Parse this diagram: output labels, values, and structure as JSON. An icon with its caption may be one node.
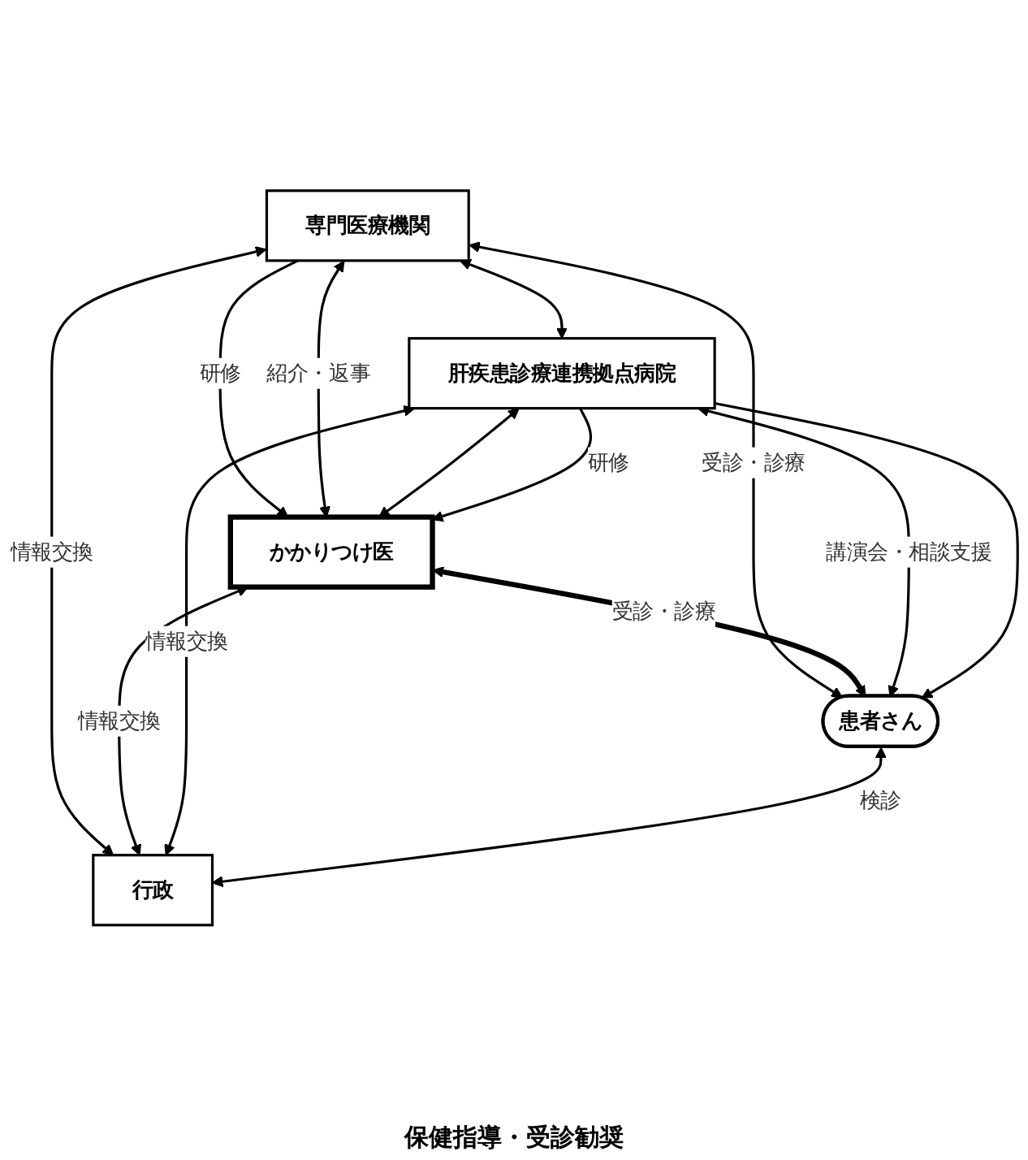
{
  "diagram": {
    "nodes": [
      {
        "text": [
          "専門医療機関"
        ]
      },
      {
        "text": [
          "肝疾患診療連携拠点病院"
        ]
      },
      {
        "text": [
          "かかりつけ医"
        ]
      },
      {
        "text": [
          "患者さん"
        ]
      },
      {
        "text": [
          "行政"
        ]
      }
    ],
    "edges": [
      {
        "from": 0,
        "to": 1,
        "arrow": "both"
      },
      {
        "from": 0,
        "to": 2,
        "arrow": "to",
        "label": "研修"
      },
      {
        "from": 0,
        "to": 2,
        "arrow": "both",
        "label": "紹介・返事"
      },
      {
        "from": 1,
        "to": 2,
        "arrow": "both"
      },
      {
        "from": 1,
        "to": 2,
        "arrow": "to",
        "label": "研修"
      },
      {
        "from": 0,
        "to": 3,
        "arrow": "both",
        "label": "受診・診療"
      },
      {
        "from": 2,
        "to": 3,
        "arrow": "both",
        "label": "受診・診療",
        "style": "thick"
      },
      {
        "from": 1,
        "to": 3,
        "arrow": "both",
        "label": "講演会・相談支援"
      },
      {
        "from": 1,
        "to": 3,
        "arrow": "to"
      },
      {
        "from": 0,
        "to": 4,
        "arrow": "both",
        "label": "情報交換"
      },
      {
        "from": 2,
        "to": 4,
        "arrow": "both",
        "label": "情報交換"
      },
      {
        "from": 1,
        "to": 4,
        "arrow": "both",
        "label": "情報交換"
      },
      {
        "from": 3,
        "to": 4,
        "arrow": "both",
        "label": "検診"
      }
    ],
    "labels": [
      "保健指導・受診勧奨"
    ]
  }
}
